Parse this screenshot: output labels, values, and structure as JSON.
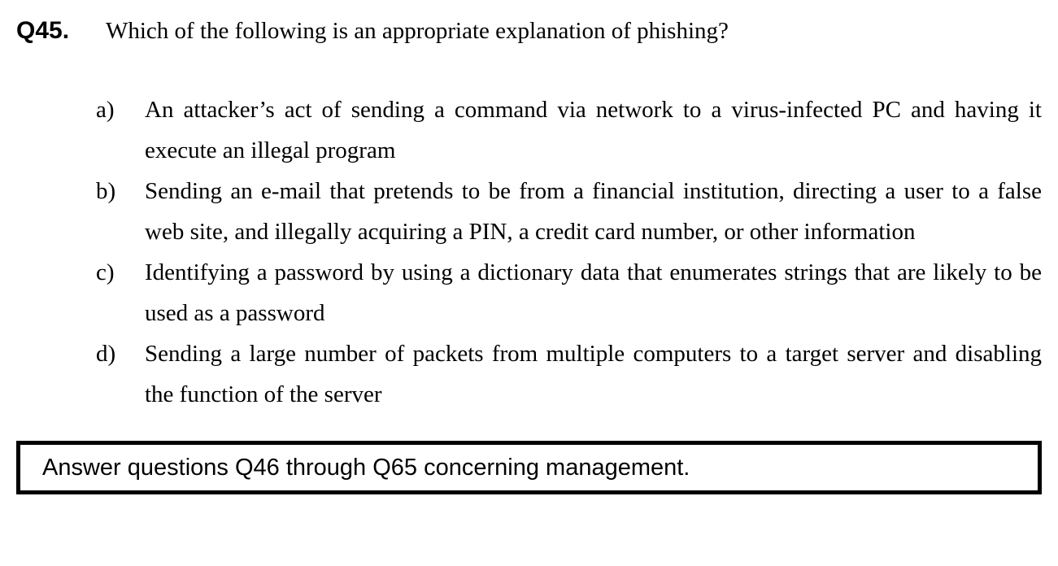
{
  "question": {
    "number": "Q45.",
    "text": "Which of the following is an appropriate explanation of phishing?",
    "options": [
      {
        "label": "a)",
        "text": "An attacker’s act of sending a command via network to a virus-infected PC and having it execute an illegal program"
      },
      {
        "label": "b)",
        "text": "Sending an e-mail that pretends to be from a financial institution, directing a user to a false web site, and illegally acquiring a PIN, a credit card number, or other information"
      },
      {
        "label": "c)",
        "text": "Identifying a password by using a dictionary data that enumerates strings that are likely to be used as a password"
      },
      {
        "label": "d)",
        "text": "Sending a large number of packets from multiple computers to a target server and disabling the function of the server"
      }
    ]
  },
  "notice": {
    "text": "Answer questions Q46 through Q65 concerning management."
  },
  "colors": {
    "text": "#000000",
    "background": "#ffffff",
    "box_border": "#000000"
  }
}
